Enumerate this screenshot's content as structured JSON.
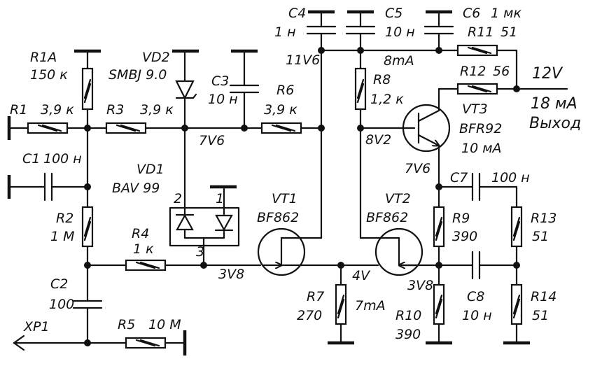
{
  "labels": {
    "r1a": "R1A",
    "r1a_val": "150 к",
    "vd2": "VD2",
    "vd2_val": "SMBJ 9.0",
    "c3": "C3",
    "c3_val": "10 н",
    "c4": "C4",
    "c4_val": "1 н",
    "c5": "C5",
    "c5_val": "10 н",
    "c6": "C6",
    "c6_val": "1 мк",
    "r11": "R11",
    "r11_val": "51",
    "r12": "R12",
    "r12_val": "56",
    "out_v": "12V",
    "out_i": "18 мА",
    "out_name": "Выход",
    "r1": "R1",
    "r1_val": "3,9 к",
    "r3": "R3",
    "r3_val": "3,9 к",
    "r6": "R6",
    "r6_val": "3,9 к",
    "n11v6": "11V6",
    "n8ma": "8mA",
    "r8": "R8",
    "r8_val": "1,2 к",
    "vt3": "VT3",
    "vt3_type": "BFR92",
    "vt3_i": "10 мА",
    "n7v6a": "7V6",
    "n8v2": "8V2",
    "n7v6b": "7V6",
    "c1": "C1",
    "c1_val": "100 н",
    "vd1": "VD1",
    "vd1_type": "BAV 99",
    "pin1": "1",
    "pin2": "2",
    "pin3": "3",
    "c7": "C7",
    "c7_val": "100 н",
    "vt1": "VT1",
    "vt1_type": "BF862",
    "vt2": "VT2",
    "vt2_type": "BF862",
    "r2": "R2",
    "r2_val": "1 М",
    "r9": "R9",
    "r9_val": "390",
    "r13": "R13",
    "r13_val": "51",
    "r4": "R4",
    "r4_val": "1 к",
    "n3v8a": "3V8",
    "n4v": "4V",
    "n3v8b": "3V8",
    "c2": "C2",
    "c2_val": "100",
    "r7": "R7",
    "r7_val": "270",
    "r7_i": "7mA",
    "r10": "R10",
    "r10_val": "390",
    "c8": "C8",
    "c8_val": "10 н",
    "r14": "R14",
    "r14_val": "51",
    "xp1": "XP1",
    "r5": "R5",
    "r5_val": "10 М"
  }
}
